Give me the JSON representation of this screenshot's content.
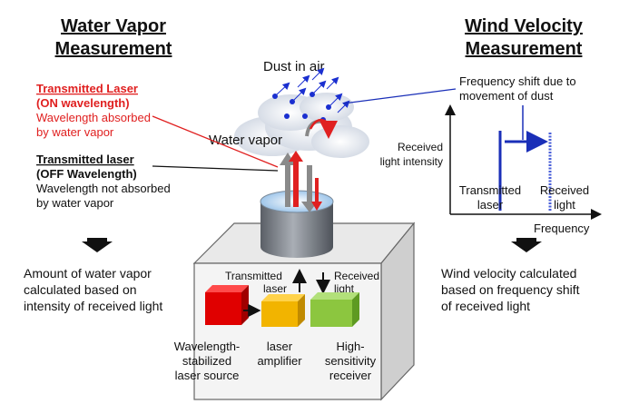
{
  "left": {
    "heading_line1": "Water Vapor",
    "heading_line2": "Measurement",
    "on": {
      "title": "Transmitted Laser",
      "subtitle": "(ON wavelength)",
      "desc_line1": "Wavelength absorbed",
      "desc_line2": "by water vapor"
    },
    "off": {
      "title": "Transmitted laser",
      "subtitle": "(OFF Wavelength)",
      "desc_line1": "Wavelength not absorbed",
      "desc_line2": "by water vapor"
    },
    "result_line1": "Amount of water vapor",
    "result_line2": "calculated based on",
    "result_line3": "intensity of received light"
  },
  "center": {
    "dust_label": "Dust in air",
    "vapor_label": "Water vapor",
    "transmitted_line1": "Transmitted",
    "transmitted_line2": "laser",
    "received_line1": "Received",
    "received_line2": "light",
    "components": {
      "source_line1": "Wavelength-",
      "source_line2": "stabilized",
      "source_line3": "laser source",
      "amp_line1": "laser",
      "amp_line2": "amplifier",
      "recv_line1": "High-",
      "recv_line2": "sensitivity",
      "recv_line3": "receiver"
    }
  },
  "right": {
    "heading_line1": "Wind Velocity",
    "heading_line2": "Measurement",
    "shift_line1": "Frequency shift due to",
    "shift_line2": "movement of dust",
    "y_label_line1": "Received",
    "y_label_line2": "light intensity",
    "x_label": "Frequency",
    "transmitted_line1": "Transmitted",
    "transmitted_line2": "laser",
    "received_line1": "Received",
    "received_line2": "light",
    "result_line1": "Wind velocity calculated",
    "result_line2": "based on frequency shift",
    "result_line3": "of received light"
  },
  "colors": {
    "on_laser": "#e02020",
    "off_laser": "#888888",
    "source_box": "#e00000",
    "amplifier_box": "#f2b400",
    "receiver_box": "#8cc63f",
    "dust": "#1a2fd0",
    "spectrum": "#1a2fb8"
  }
}
